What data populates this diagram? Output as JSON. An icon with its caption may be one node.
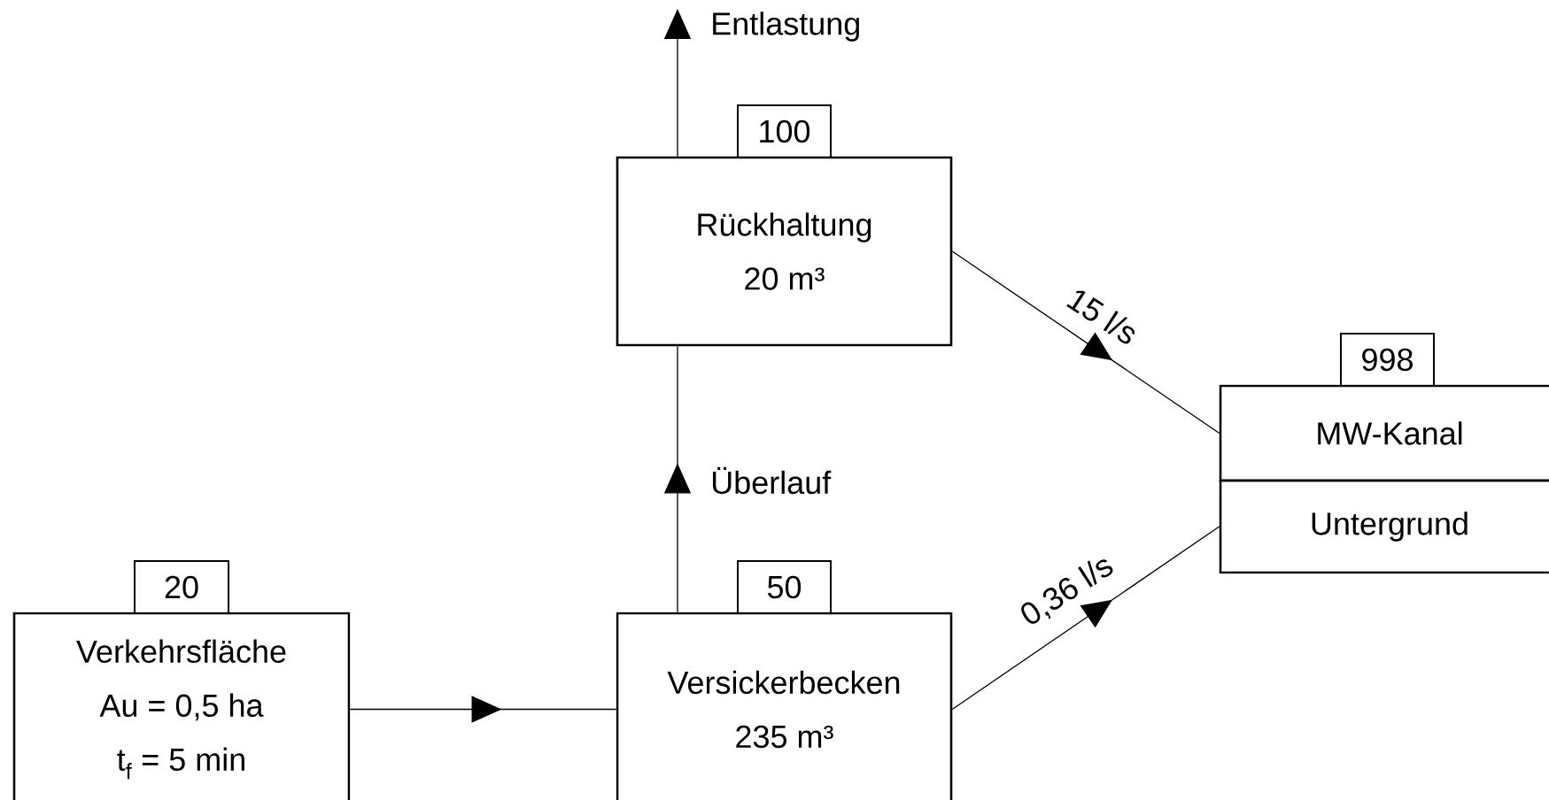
{
  "diagram": {
    "nodes": [
      {
        "text": [
          "100"
        ]
      },
      {
        "text": [
          "Rückhaltung",
          "20 m³"
        ]
      },
      {
        "text": [
          "998"
        ]
      },
      {
        "text": [
          "MW-Kanal"
        ]
      },
      {
        "text": [
          "Untergrund"
        ]
      },
      {
        "text": [
          "20"
        ]
      },
      {
        "text": [
          "Verkehrsfläche",
          "Au = 0,5 ha",
          "t$_{f}$ = 5 min"
        ]
      },
      {
        "text": [
          "50"
        ]
      },
      {
        "text": [
          "Versickerbecken",
          "235 m³"
        ]
      }
    ],
    "edges": [
      {
        "from": 6,
        "to": 8,
        "arrow": "to"
      },
      {
        "from": 8,
        "to": 1,
        "arrow": "to",
        "label": "Überlauf"
      },
      {
        "from": 1,
        "to": null,
        "arrow": "to",
        "label": "Entlastung"
      },
      {
        "from": 1,
        "to": 3,
        "arrow": "to",
        "label": "15 l/s"
      },
      {
        "from": 8,
        "to": 4,
        "arrow": "to",
        "label": "0,36 l/s"
      }
    ]
  }
}
